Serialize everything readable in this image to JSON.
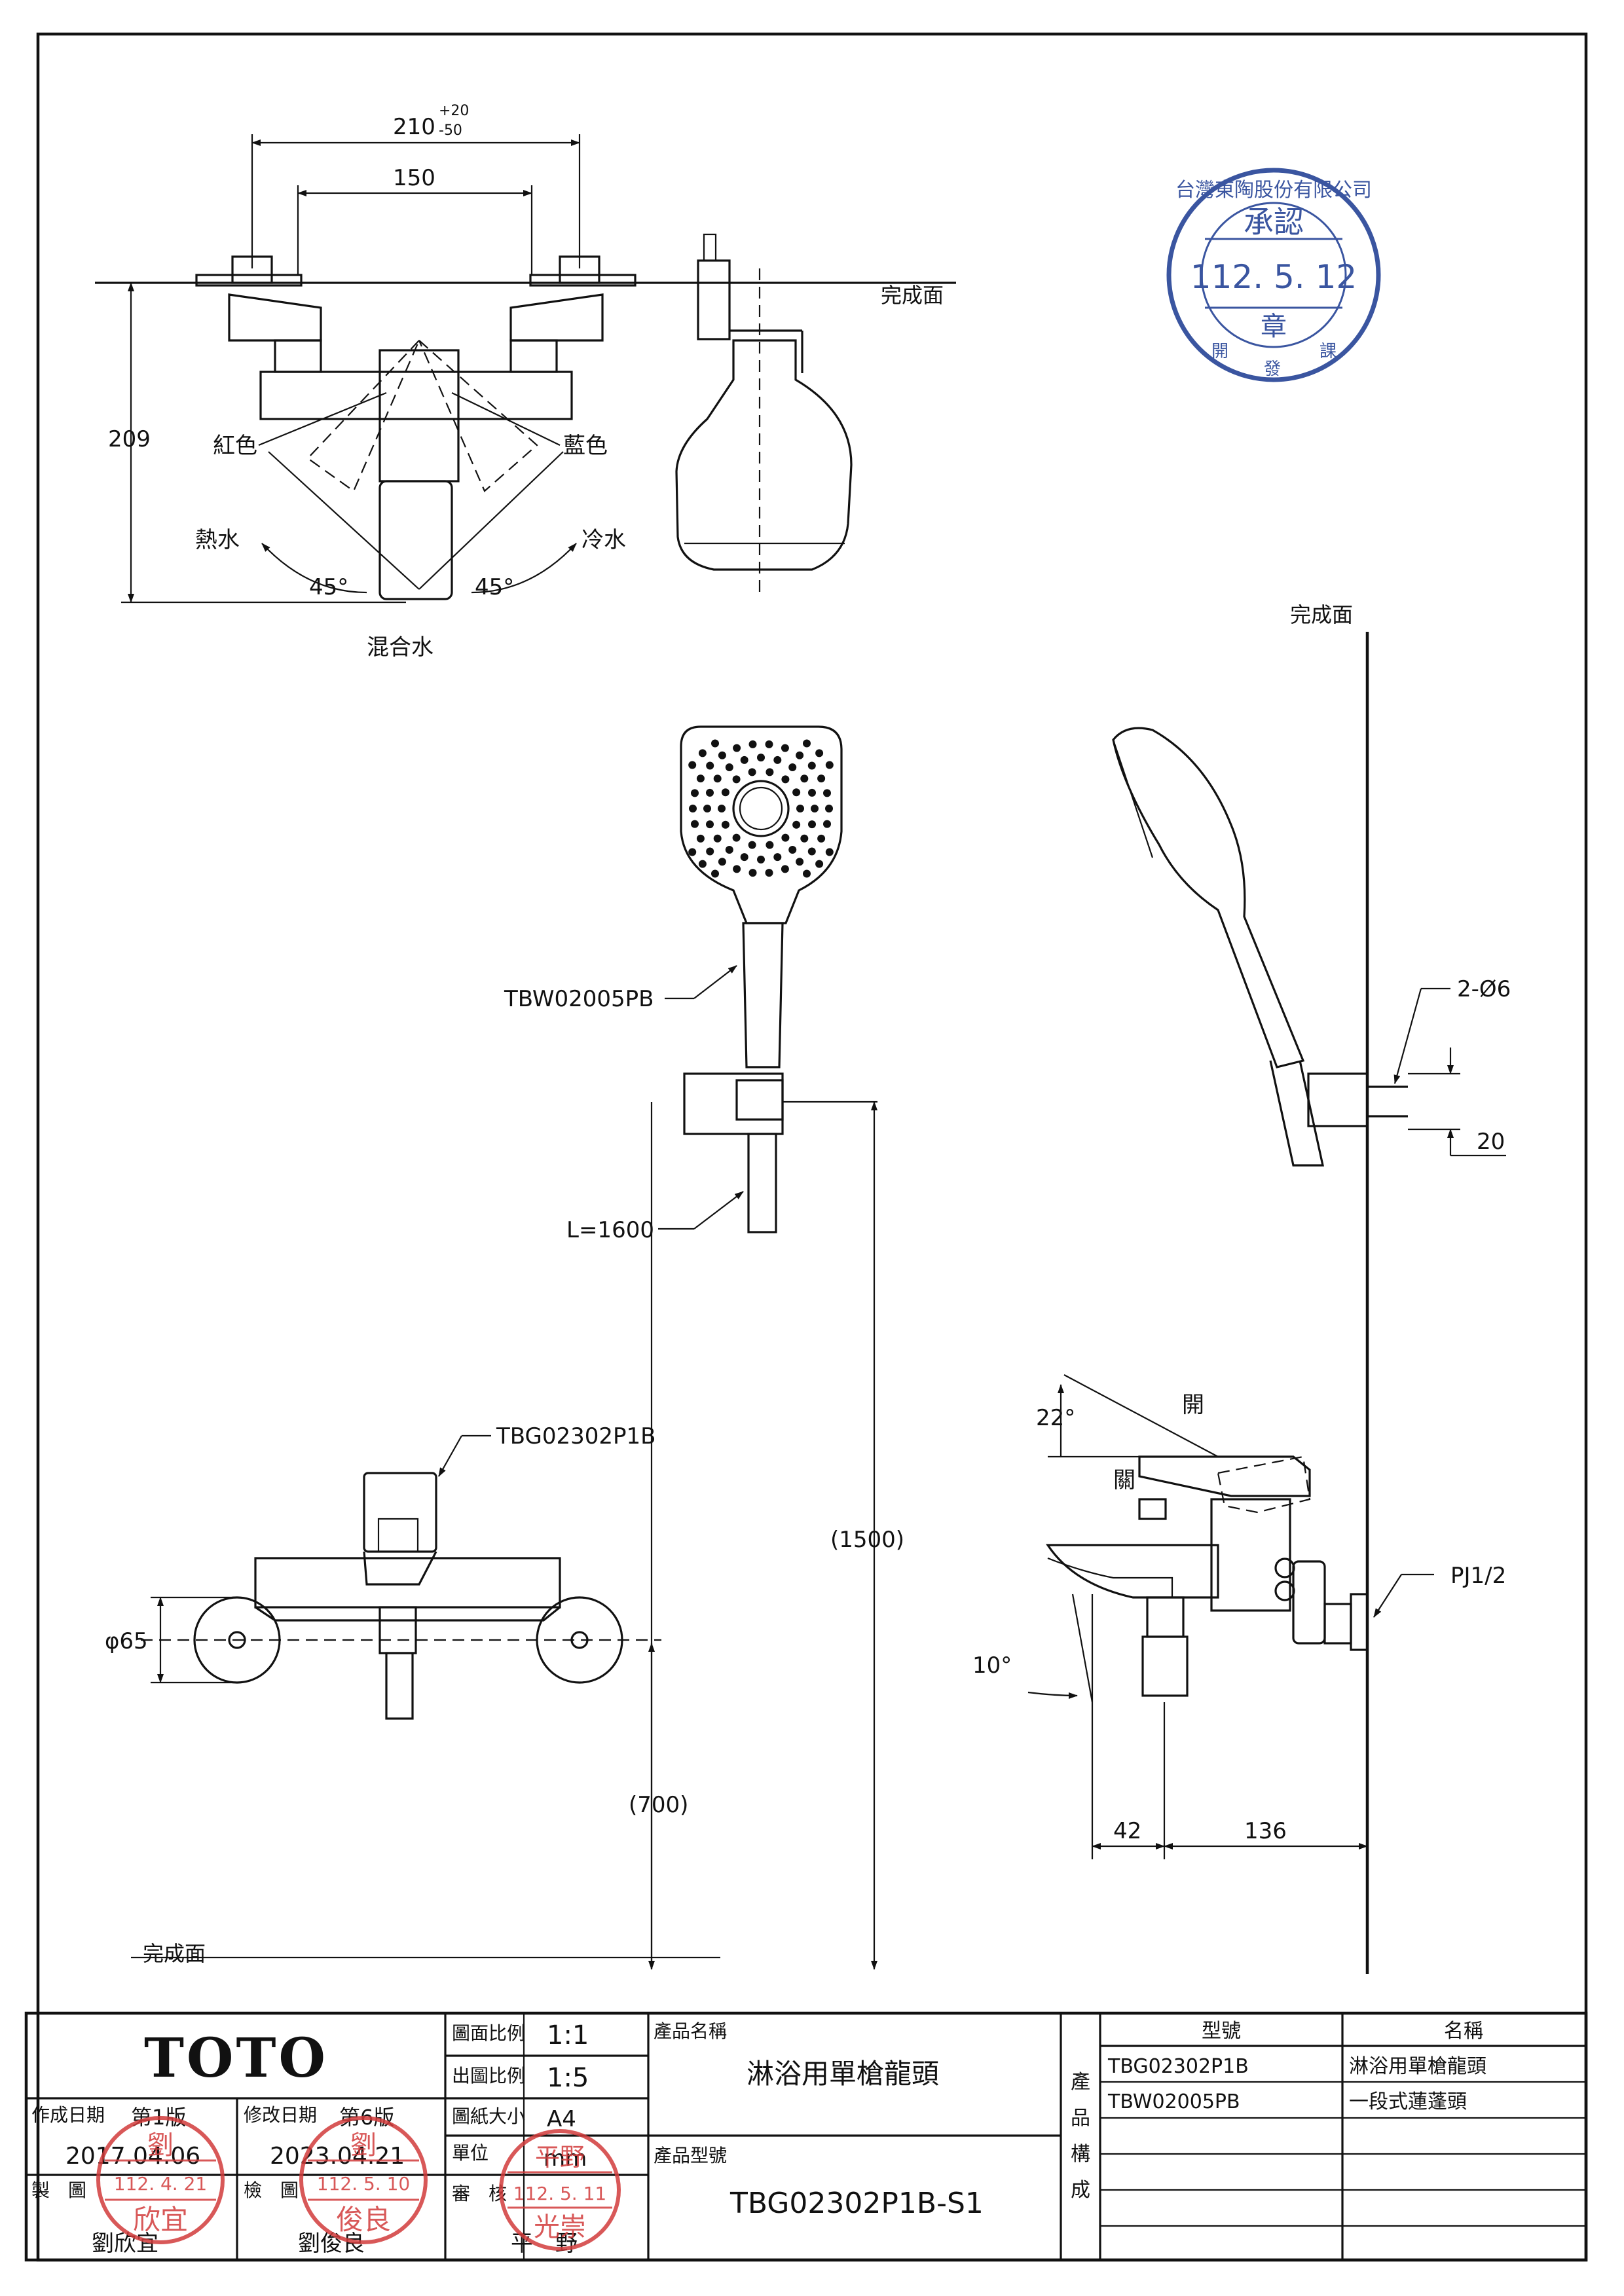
{
  "stamp_approval": {
    "ring_text": "台灣東陶股份有限公司",
    "title": "承認",
    "date": "112. 5. 12",
    "seal": "章",
    "dept_left": "開",
    "dept_mid": "發",
    "dept_right": "課",
    "color": "#3a55a0"
  },
  "drawing": {
    "finish_surface": "完成面",
    "dim_210": "210",
    "tol_plus": "+20",
    "tol_minus": "-50",
    "dim_150": "150",
    "dim_209": "209",
    "red_label": "紅色",
    "blue_label": "藍色",
    "hot_water": "熱水",
    "cold_water": "冷水",
    "angle_left": "45°",
    "angle_right": "45°",
    "mixed_water": "混合水",
    "shower_model": "TBW02005PB",
    "hose_length": "L=1600",
    "holes": "2-Ø6",
    "dim_20": "20",
    "faucet_model": "TBG02302P1B",
    "dim_1500": "(1500)",
    "dim_700": "(700)",
    "dia_65": "φ65",
    "angle_22": "22°",
    "open_label": "開",
    "close_label": "關",
    "pipe_thread": "PJ1/2",
    "angle_10": "10°",
    "dim_42": "42",
    "dim_136": "136"
  },
  "title_block": {
    "logo": "TOTO",
    "scale_label": "圖面比例",
    "scale_value": "1:1",
    "print_scale_label": "出圖比例",
    "print_scale_value": "1:5",
    "paper_label": "圖紙大小",
    "paper_value": "A4",
    "unit_label": "單位",
    "unit_value": "mm",
    "created_label": "作成日期",
    "version1": "第1版",
    "created_date": "2017.04.06",
    "modified_label": "修改日期",
    "version6": "第6版",
    "modified_date": "2023.04.21",
    "drawn_label": "製　圖",
    "drawn_name": "劉欣宜",
    "check_label": "檢　圖",
    "check_name": "劉俊良",
    "review_label": "審　核",
    "review_name": "平　野",
    "product_name_label": "產品名稱",
    "product_name": "淋浴用單槍龍頭",
    "product_type_label": "產品型號",
    "product_type": "TBG02302P1B-S1",
    "composition_label_1": "產",
    "composition_label_2": "品",
    "composition_label_3": "構",
    "composition_label_4": "成",
    "col_model": "型號",
    "col_name": "名稱",
    "rows": [
      {
        "model": "TBG02302P1B",
        "name": "淋浴用單槍龍頭"
      },
      {
        "model": "TBW02005PB",
        "name": "一段式蓮蓬頭"
      }
    ]
  },
  "red_stamps": {
    "color": "#d23c3c",
    "s1_top": "劉",
    "s1_date": "112. 4. 21",
    "s1_name": "欣宜",
    "s2_top": "劉",
    "s2_date": "112. 5. 10",
    "s2_name": "俊良",
    "s3_top": "平野",
    "s3_date": "112. 5. 11",
    "s3_name": "光崇"
  }
}
